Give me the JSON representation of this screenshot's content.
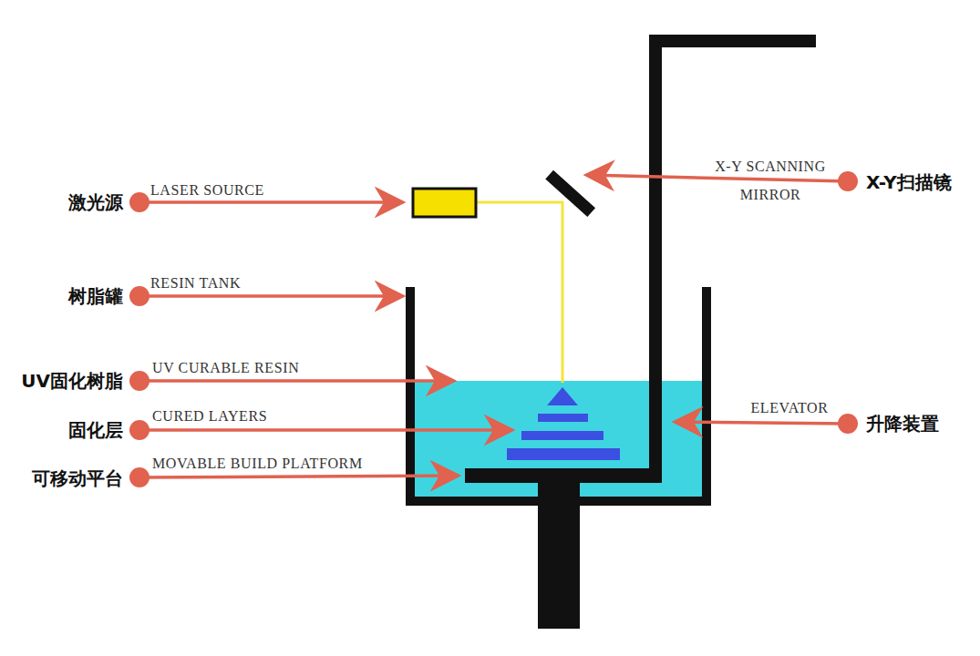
{
  "diagram": {
    "labels": [
      "激光源",
      "LASER SOURCE",
      "树脂罐",
      "RESIN TANK",
      "UV固化树脂",
      "UV CURABLE RESIN",
      "固化层",
      "CURED LAYERS",
      "可移动平台",
      "MOVABLE BUILD PLATFORM",
      "X-Y SCANNING MIRROR",
      "X-Y扫描镜",
      "ELEVATOR",
      "升降装置"
    ]
  }
}
